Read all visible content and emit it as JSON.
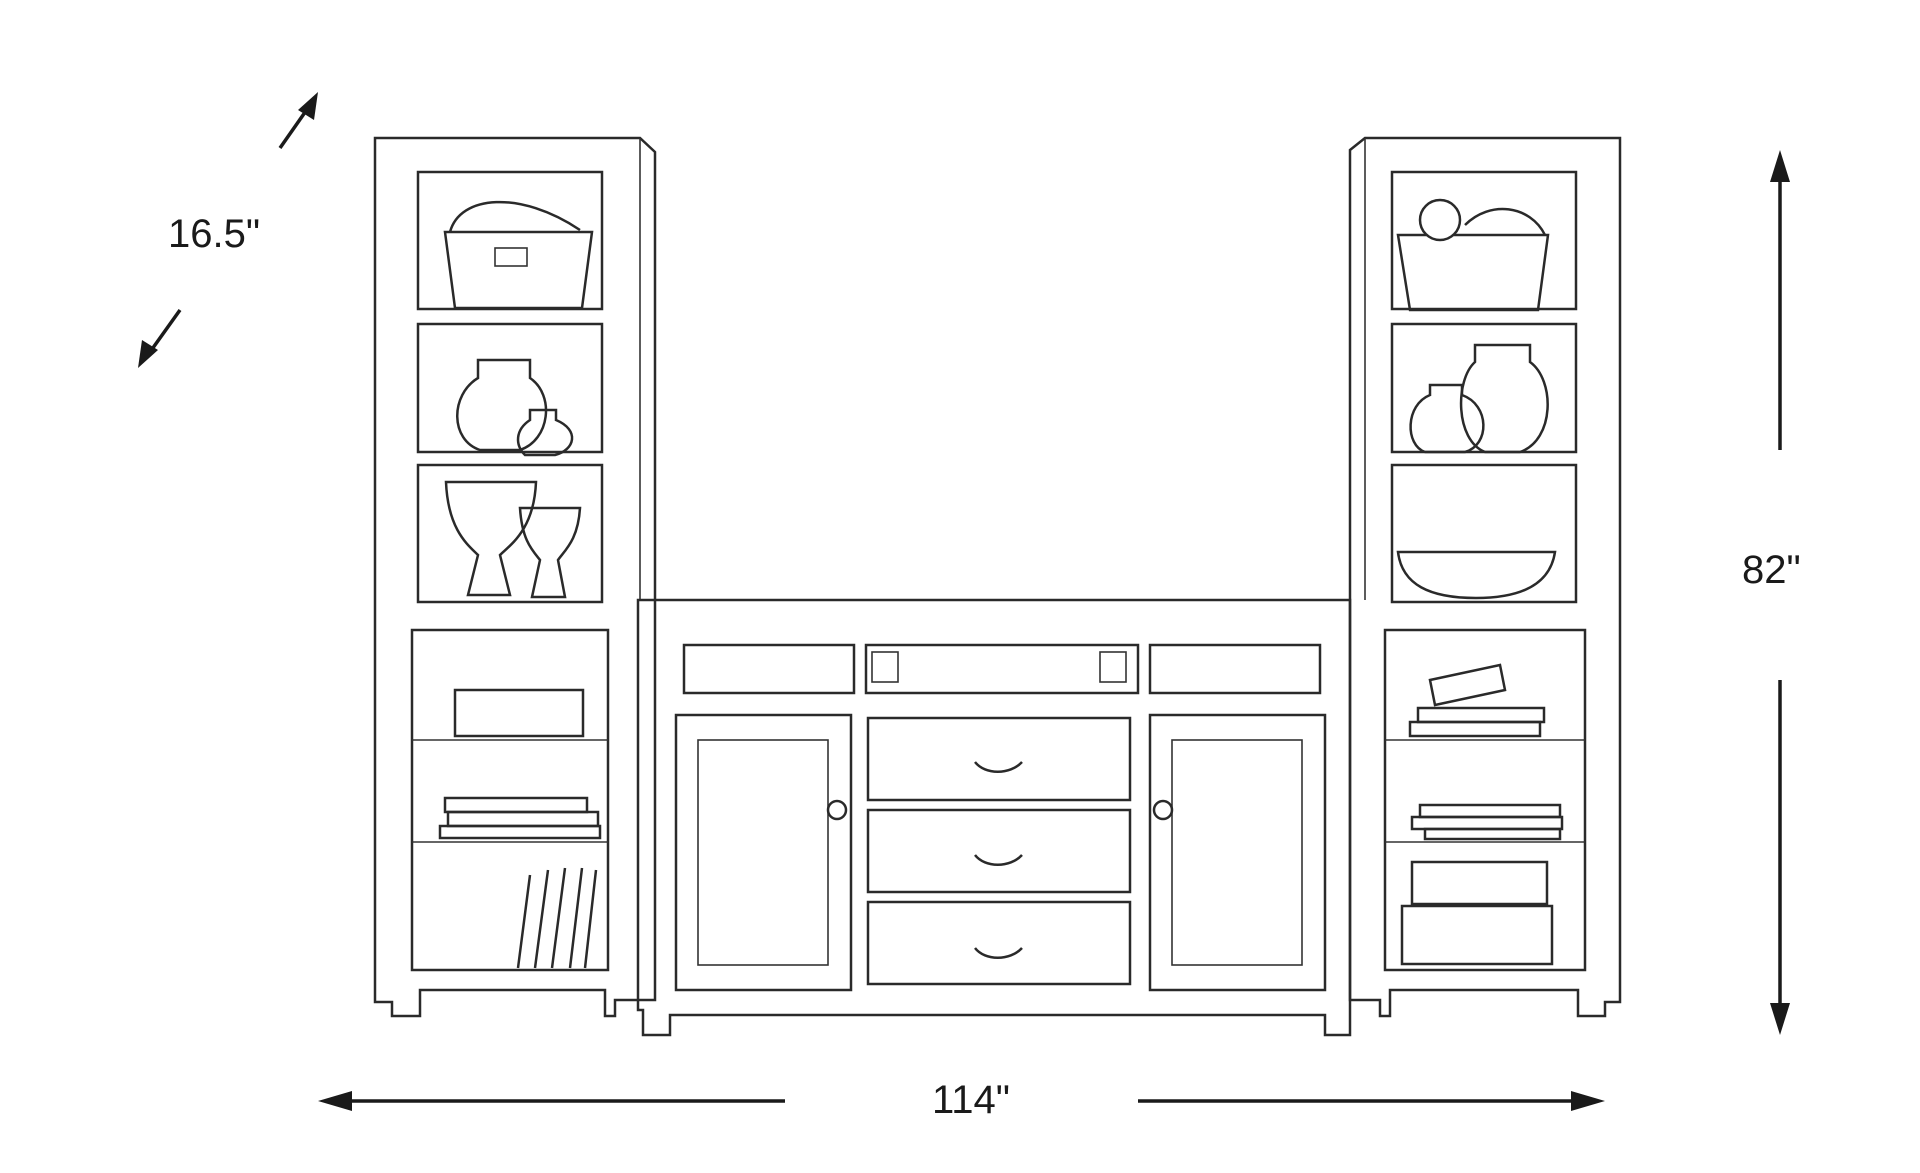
{
  "dimensions": {
    "depth": "16.5\"",
    "height": "82\"",
    "width": "114\""
  },
  "drawing": {
    "subject": "entertainment-wall-unit",
    "components": [
      "left-pier-bookcase",
      "tv-console",
      "right-pier-bookcase"
    ],
    "line_color": "#2a2a2a",
    "background": "#ffffff"
  }
}
